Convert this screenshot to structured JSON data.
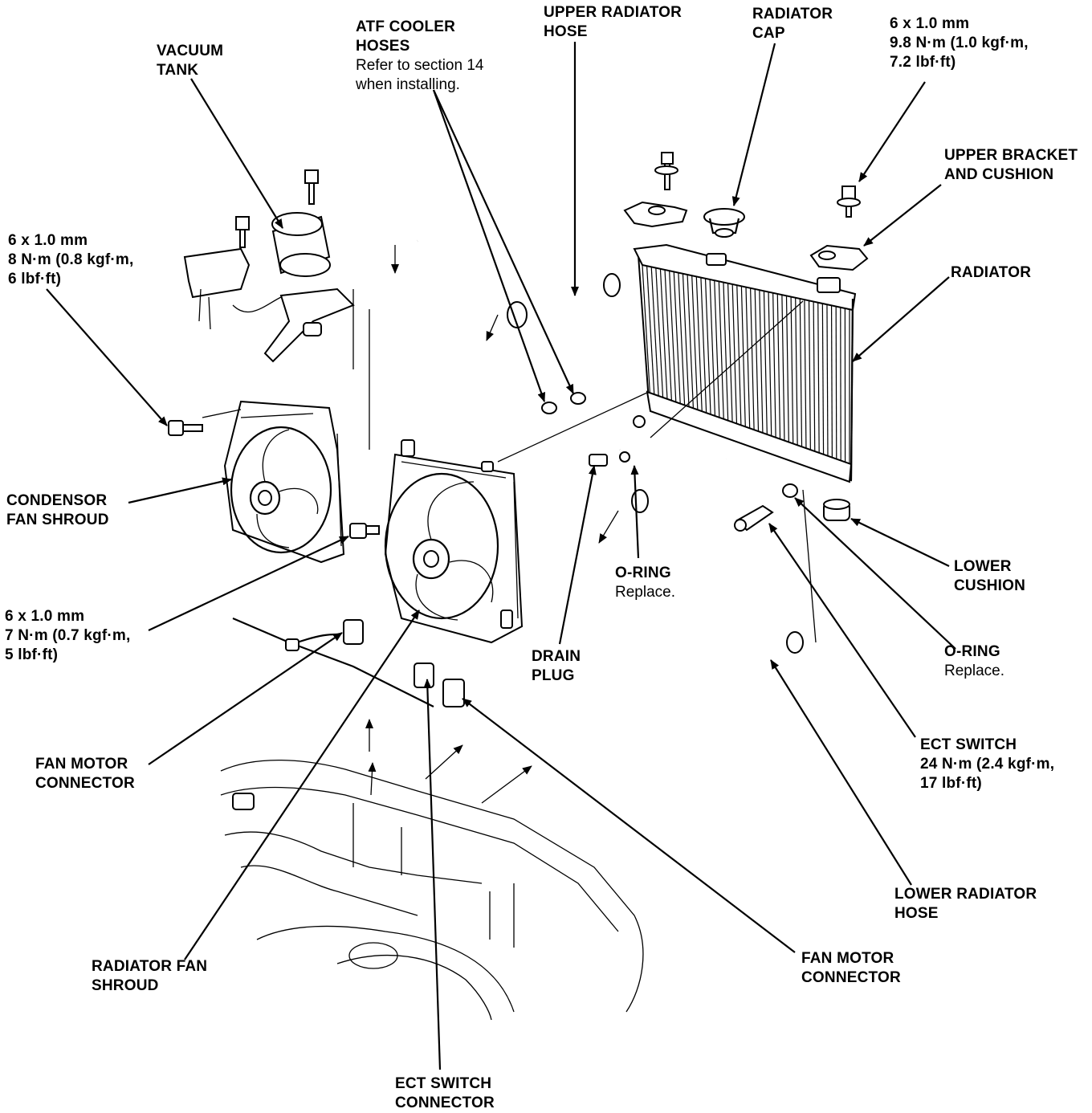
{
  "labels": {
    "vacuum_tank": [
      "VACUUM",
      "TANK"
    ],
    "atf_cooler_hoses": [
      "ATF COOLER",
      "HOSES"
    ],
    "atf_note": [
      "Refer to section 14",
      "when installing."
    ],
    "upper_radiator_hose": [
      "UPPER RADIATOR",
      "HOSE"
    ],
    "radiator_cap": [
      "RADIATOR",
      "CAP"
    ],
    "bolt_top_right": [
      "6 x 1.0 mm",
      "9.8 N·m (1.0 kgf·m,",
      "7.2 lbf·ft)"
    ],
    "upper_bracket": [
      "UPPER BRACKET",
      "AND CUSHION"
    ],
    "radiator": [
      "RADIATOR"
    ],
    "bolt_left_upper": [
      "6 x 1.0 mm",
      "8 N·m (0.8 kgf·m,",
      "6 lbf·ft)"
    ],
    "condensor_fan_shroud": [
      "CONDENSOR",
      "FAN SHROUD"
    ],
    "lower_cushion": [
      "LOWER",
      "CUSHION"
    ],
    "o_ring_1": [
      "O-RING"
    ],
    "o_ring_1_note": [
      "Replace."
    ],
    "bolt_left_lower": [
      "6 x 1.0 mm",
      "7 N·m (0.7 kgf·m,",
      "5 lbf·ft)"
    ],
    "o_ring_2": [
      "O-RING"
    ],
    "o_ring_2_note": [
      "Replace."
    ],
    "drain_plug": [
      "DRAIN",
      "PLUG"
    ],
    "ect_switch": [
      "ECT SWITCH"
    ],
    "ect_switch_torque": [
      "24 N·m (2.4 kgf·m,",
      "17 lbf·ft)"
    ],
    "fan_motor_connector_left": [
      "FAN MOTOR",
      "CONNECTOR"
    ],
    "lower_radiator_hose": [
      "LOWER RADIATOR",
      "HOSE"
    ],
    "radiator_fan_shroud": [
      "RADIATOR FAN",
      "SHROUD"
    ],
    "fan_motor_connector_right": [
      "FAN MOTOR",
      "CONNECTOR"
    ],
    "ect_switch_connector": [
      "ECT SWITCH",
      "CONNECTOR"
    ]
  }
}
